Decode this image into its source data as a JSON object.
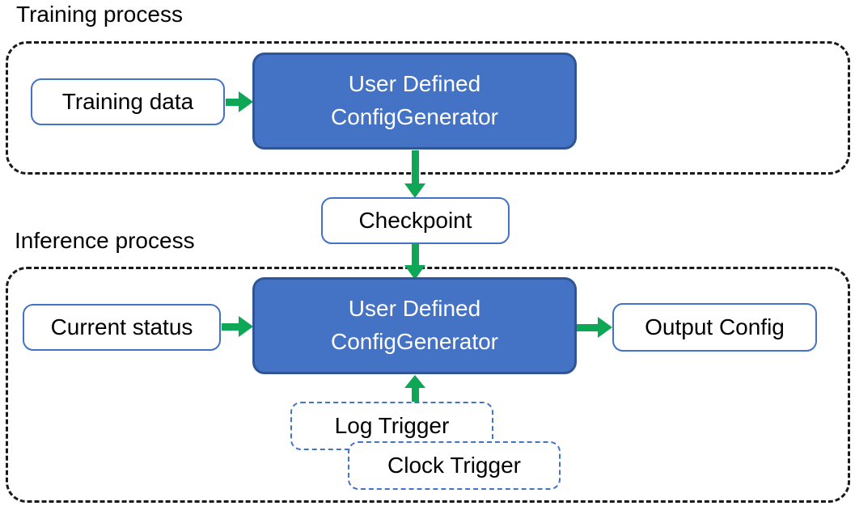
{
  "colors": {
    "generator_fill": "#4472C4",
    "generator_border": "#2F5597",
    "io_box_border": "#4472C4",
    "trigger_border": "#4472C4",
    "arrow_green": "#0EA755",
    "container_border": "#1A1A1A",
    "text_dark": "#000000",
    "text_light": "#FFFFFF"
  },
  "training": {
    "title": "Training process",
    "input_box": "Training data",
    "generator_line1": "User Defined",
    "generator_line2": "ConfigGenerator"
  },
  "checkpoint": {
    "label": "Checkpoint"
  },
  "inference": {
    "title": "Inference process",
    "input_box": "Current status",
    "generator_line1": "User Defined",
    "generator_line2": "ConfigGenerator",
    "output_box": "Output Config",
    "log_trigger": "Log Trigger",
    "clock_trigger": "Clock Trigger"
  }
}
